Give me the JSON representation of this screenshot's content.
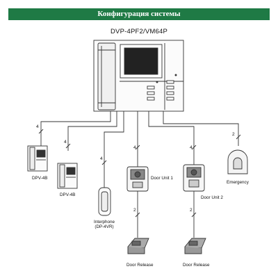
{
  "header": {
    "title": "Конфигурация системы"
  },
  "diagram": {
    "main_unit": "DVP-4PF2/VM64P",
    "devices": {
      "monitor1": "DPV-4B",
      "monitor2": "DPV-4B",
      "interphone_name": "Interphone",
      "interphone_model": "(DP-4VR)",
      "door_unit1": "Door Unit 1",
      "door_unit2": "Door Unit 2",
      "emergency": "Emergency",
      "door_release1": "Door Release",
      "door_release2": "Door Release"
    },
    "wire_counts": {
      "to_monitor1": "4",
      "to_monitor2": "4",
      "to_interphone": "4",
      "to_door_unit1": "4",
      "to_door_unit2": "4",
      "to_emergency": "2",
      "to_release1": "2",
      "to_release2": "2"
    }
  }
}
